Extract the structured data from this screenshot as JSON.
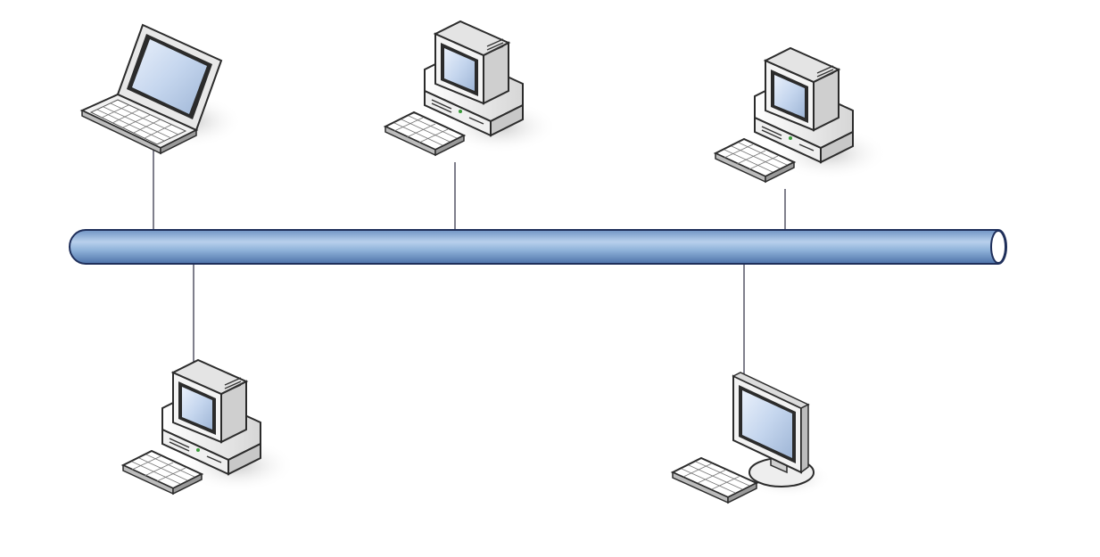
{
  "diagram": {
    "topology": "bus",
    "bus": {
      "color": "#8fb2d9",
      "outline": "#1f2f5a"
    },
    "link_color": "#2a2a40",
    "nodes": [
      {
        "id": "node-laptop-top-left",
        "device": "laptop",
        "side": "top"
      },
      {
        "id": "node-desktop-top-center",
        "device": "desktop-crt",
        "side": "top"
      },
      {
        "id": "node-desktop-top-right",
        "device": "desktop-crt",
        "side": "top"
      },
      {
        "id": "node-desktop-bottom-left",
        "device": "desktop-crt",
        "side": "bottom"
      },
      {
        "id": "node-workstation-bottom-right",
        "device": "lcd-monitor",
        "side": "bottom"
      }
    ]
  }
}
